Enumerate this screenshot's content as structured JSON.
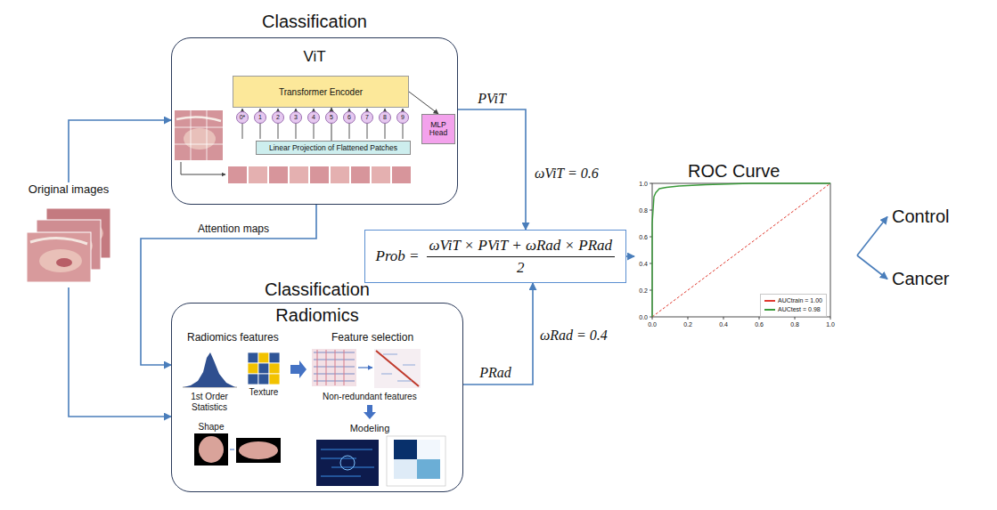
{
  "diagram": {
    "nodes": [
      {
        "text": [
          "Classification",
          "ViT"
        ]
      },
      {
        "text": [
          "Transformer Encoder"
        ],
        "in": 0
      },
      {
        "text": [
          "MLP Head"
        ],
        "in": 0
      },
      {
        "text": [
          "Linear Projection of Flattened Patches"
        ],
        "in": 0
      },
      {
        "text": [
          "Original images"
        ]
      },
      {
        "text": [
          "Prob =",
          "ωViT × PViT + ωRad × PRad",
          "2"
        ]
      },
      {
        "text": [
          "ROC Curve"
        ]
      },
      {
        "text": [
          "Control"
        ]
      },
      {
        "text": [
          "Cancer"
        ]
      },
      {
        "text": [
          "Classification",
          "Radiomics"
        ]
      }
    ],
    "edges": [
      {
        "from": 4,
        "to": 0,
        "arrow": "to"
      },
      {
        "from": 4,
        "to": 9,
        "arrow": "to"
      },
      {
        "from": 0,
        "to": 9,
        "label": "Attention maps",
        "arrow": "to"
      },
      {
        "from": 3,
        "to": 1,
        "arrow": "to"
      },
      {
        "from": 1,
        "to": 2,
        "arrow": "to"
      },
      {
        "from": 0,
        "to": 5,
        "label": "PViT",
        "arrow": "to"
      },
      {
        "from": 9,
        "to": 5,
        "label": "PRad",
        "arrow": "to"
      },
      {
        "from": 5,
        "to": 6,
        "arrow": "to"
      },
      {
        "from": 6,
        "to": 7,
        "arrow": "to"
      },
      {
        "from": 6,
        "to": 8,
        "arrow": "to"
      }
    ],
    "labels": [
      "0*",
      "1",
      "2",
      "3",
      "4",
      "5",
      "6",
      "7",
      "8",
      "9",
      "Radiomics features",
      "Feature selection",
      "1st Order Statistics",
      "Texture",
      "Non-redundant features",
      "Shape",
      "Modeling",
      "ωViT = 0.6",
      "ωRad = 0.4",
      "0.0",
      "0.2",
      "0.4",
      "0.6",
      "0.8",
      "1.0",
      "0.0",
      "0.2",
      "0.4",
      "0.6",
      "0.8",
      "1.0"
    ],
    "legend": [
      {
        "text": "AUCtrain = 1.00",
        "color": "#e03c31"
      },
      {
        "text": "AUCtest = 0.98",
        "color": "#3a9a3a"
      }
    ]
  }
}
